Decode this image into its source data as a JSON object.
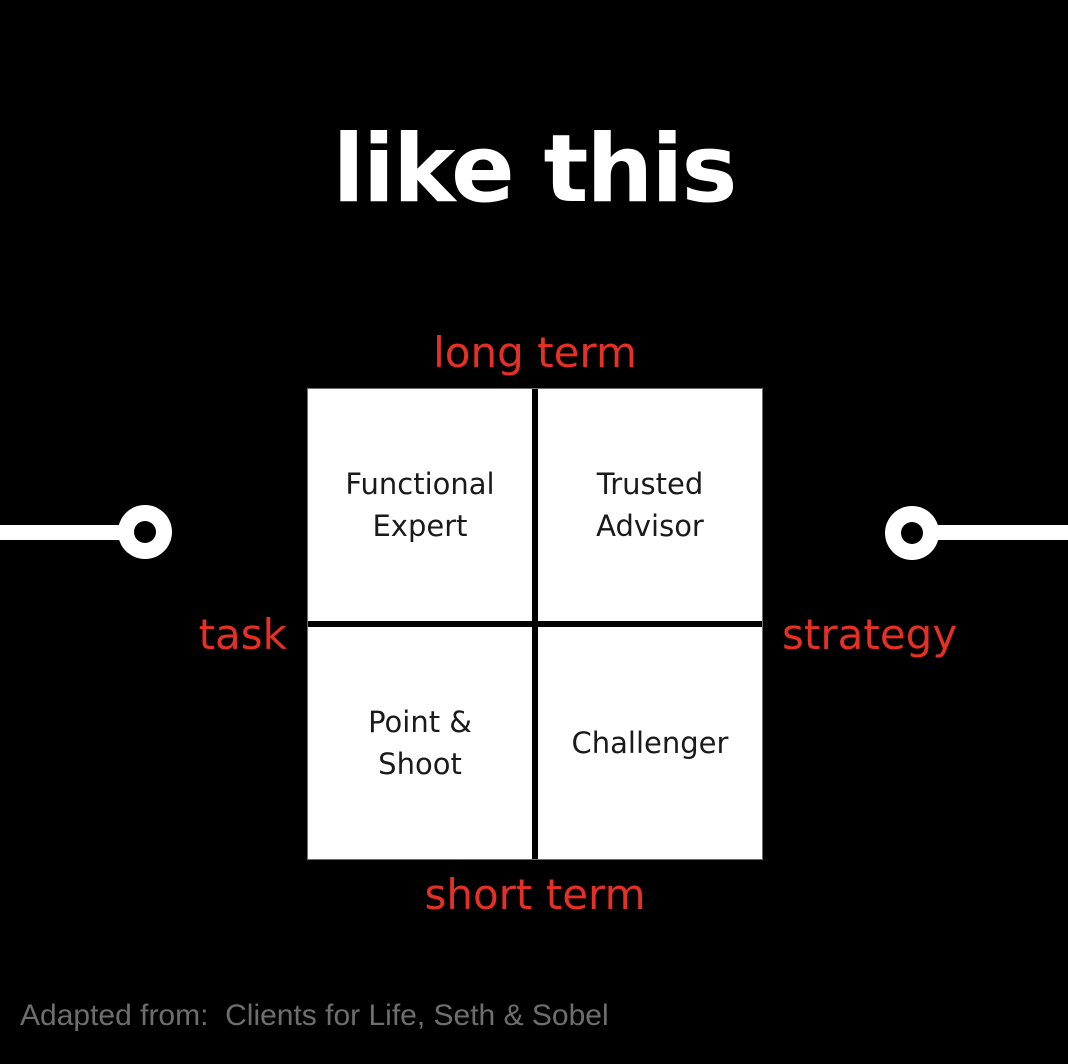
{
  "slide": {
    "title": "like this",
    "caption": "Adapted from:  Clients for Life, Seth & Sobel",
    "matrix": {
      "axes": {
        "top": "long term",
        "bottom": "short term",
        "left": "task",
        "right": "strategy"
      },
      "quadrants": {
        "top_left": "Functional\nExpert",
        "top_right": "Trusted\nAdvisor",
        "bottom_left": "Point &\nShoot",
        "bottom_right": "Challenger"
      }
    },
    "colors": {
      "background": "#000000",
      "accent_red": "#e63026",
      "quadrant_bg": "#ffffff",
      "quadrant_text": "#1a1a1a",
      "caption_gray": "#6e6e6e",
      "connector_white": "#ffffff"
    }
  }
}
